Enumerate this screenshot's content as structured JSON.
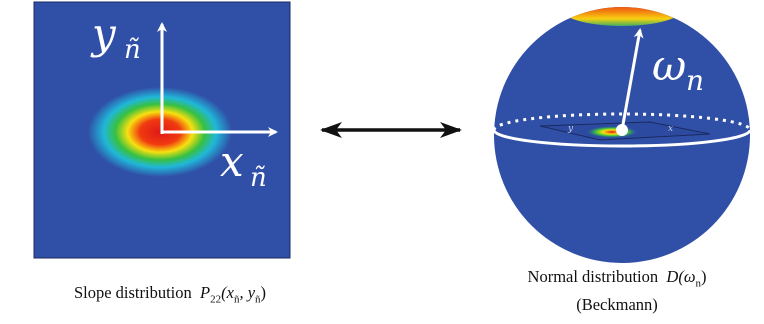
{
  "left_panel": {
    "axis_y_label": "y",
    "axis_y_sub": "ñ",
    "axis_x_label": "x",
    "axis_x_sub": "ñ",
    "background_color": "#3050a8"
  },
  "right_panel": {
    "vector_label": "ω",
    "vector_sub": "n",
    "inner_axis_y": "y",
    "inner_axis_x": "x",
    "sphere_color": "#3050a8"
  },
  "center": {
    "arrow": "double-headed-arrow"
  },
  "captions": {
    "left_text": "Slope distribution",
    "left_symbol": "P",
    "left_symbol_sub": "22",
    "left_args": "(x",
    "left_args_sub1": "ñ",
    "left_args_mid": ", y",
    "left_args_sub2": "ñ",
    "left_args_end": ")",
    "right_text": "Normal distribution",
    "right_symbol": "D(ω",
    "right_symbol_sub": "n",
    "right_symbol_end": ")",
    "right_line2": "(Beckmann)"
  }
}
